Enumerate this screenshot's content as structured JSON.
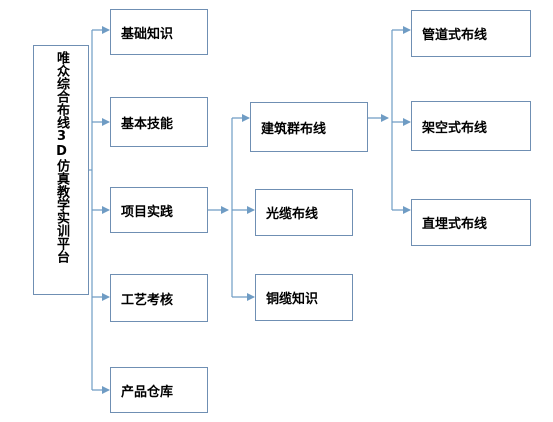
{
  "root": {
    "label": "唯众综合布线3D仿真教学实训平台"
  },
  "level1": [
    {
      "label": "基础知识"
    },
    {
      "label": "基本技能"
    },
    {
      "label": "项目实践"
    },
    {
      "label": "工艺考核"
    },
    {
      "label": "产品仓库"
    }
  ],
  "level2": [
    {
      "label": "建筑群布线"
    },
    {
      "label": "光缆布线"
    },
    {
      "label": "铜缆知识"
    }
  ],
  "level3": [
    {
      "label": "管道式布线"
    },
    {
      "label": "架空式布线"
    },
    {
      "label": "直埋式布线"
    }
  ],
  "colors": {
    "border": "#6f8fb3",
    "connector": "#6f9cc4"
  }
}
